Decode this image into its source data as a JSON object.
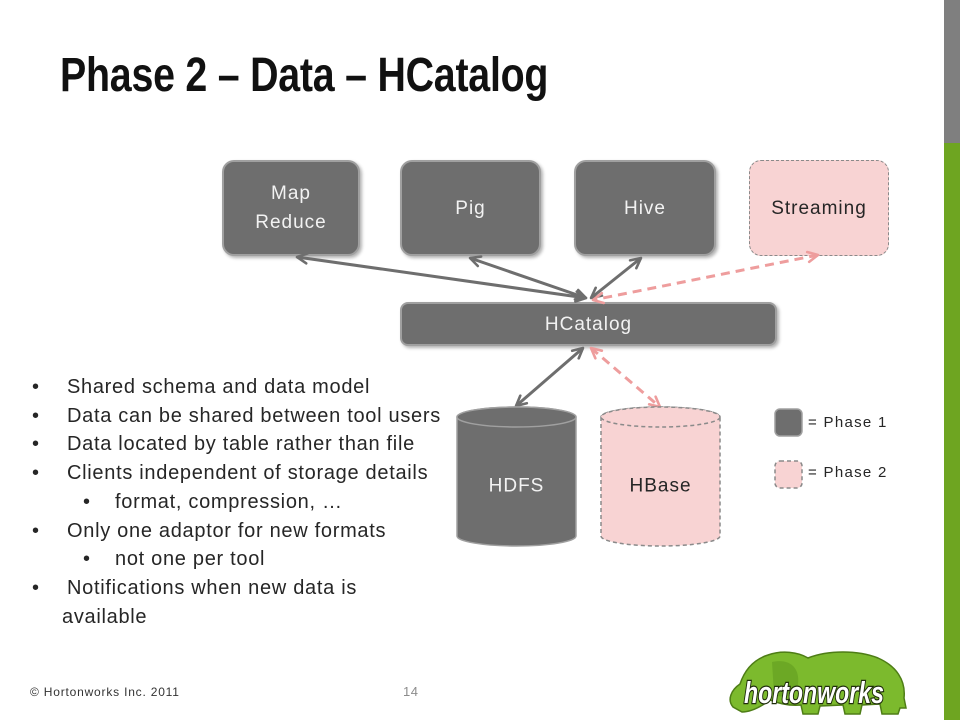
{
  "slide": {
    "title": "Phase 2 – Data – HCatalog",
    "copyright": "© Hortonworks Inc. 2011",
    "page_number": "14",
    "logo_text": "hortonworks"
  },
  "colors": {
    "phase1": "#6e6e6e",
    "phase2": "#f8d3d3",
    "phase2_link": "#ee9d9d",
    "accent_gray": "#7f7f7f",
    "accent_green": "#6ea521",
    "logo_green": "#7cba2d"
  },
  "diagram": {
    "tools": [
      {
        "label": "Map Reduce",
        "phase": 1
      },
      {
        "label": "Pig",
        "phase": 1
      },
      {
        "label": "Hive",
        "phase": 1
      },
      {
        "label": "Streaming",
        "phase": 2
      }
    ],
    "hub": {
      "label": "HCatalog",
      "phase": 1
    },
    "storage": [
      {
        "label": "HDFS",
        "phase": 1
      },
      {
        "label": "HBase",
        "phase": 2
      }
    ]
  },
  "legend": [
    {
      "label": "= Phase 1",
      "phase": 1
    },
    {
      "label": "= Phase 2",
      "phase": 2
    }
  ],
  "bullets": [
    {
      "text": "Shared schema and data model"
    },
    {
      "text": "Data can be shared between tool users"
    },
    {
      "text": "Data located by table rather than file"
    },
    {
      "text": "Clients independent of storage details",
      "sub": [
        "format, compression, …"
      ]
    },
    {
      "text": "Only one adaptor for new formats",
      "sub": [
        "not one per tool"
      ]
    },
    {
      "text": "Notifications when new data is available"
    }
  ]
}
